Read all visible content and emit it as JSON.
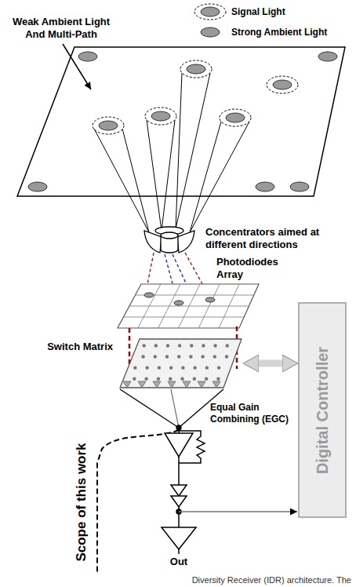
{
  "diagram": {
    "caption": "Diversity Receiver (IDR) architecture. The",
    "nodes": [
      {
        "text": [
          "Switch Matrix"
        ]
      },
      {
        "text": [
          "Digital Controller"
        ]
      }
    ],
    "edges": [
      {
        "from": 0,
        "to": 1,
        "arrow": "both"
      }
    ],
    "labels": [
      "Weak Ambient Light And Multi-Path",
      "Concentrators aimed at different directions",
      "Photodiodes Array",
      "Equal Gain Combining (EGC)",
      "Scope of this work",
      "Out"
    ],
    "legend": [
      {
        "text": "Signal Light"
      },
      {
        "text": "Strong Ambient Light"
      }
    ]
  }
}
